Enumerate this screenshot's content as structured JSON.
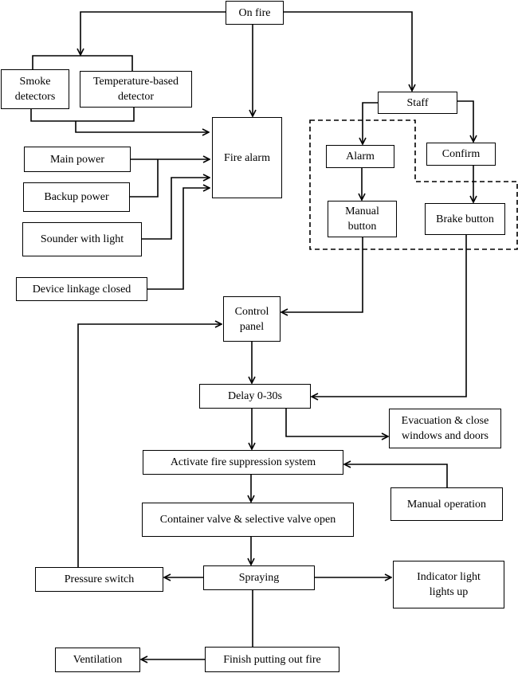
{
  "nodes": {
    "on_fire": "On fire",
    "smoke": "Smoke detectors",
    "temperature": "Temperature-based detector",
    "fire_alarm": "Fire alarm",
    "main_power": "Main power",
    "backup_power": "Backup power",
    "sounder": "Sounder with light",
    "device_linkage": "Device linkage closed",
    "staff": "Staff",
    "alarm": "Alarm",
    "confirm": "Confirm",
    "manual_button": "Manual button",
    "brake_button": "Brake button",
    "control_panel": "Control panel",
    "delay": "Delay 0-30s",
    "evacuation": "Evacuation & close windows and doors",
    "activate": "Activate fire suppression system",
    "manual_operation": "Manual operation",
    "container_valve": "Container valve & selective valve open",
    "spraying": "Spraying",
    "pressure_switch": "Pressure switch",
    "indicator_light": "Indicator light lights up",
    "finish": "Finish putting out fire",
    "ventilation": "Ventilation"
  }
}
